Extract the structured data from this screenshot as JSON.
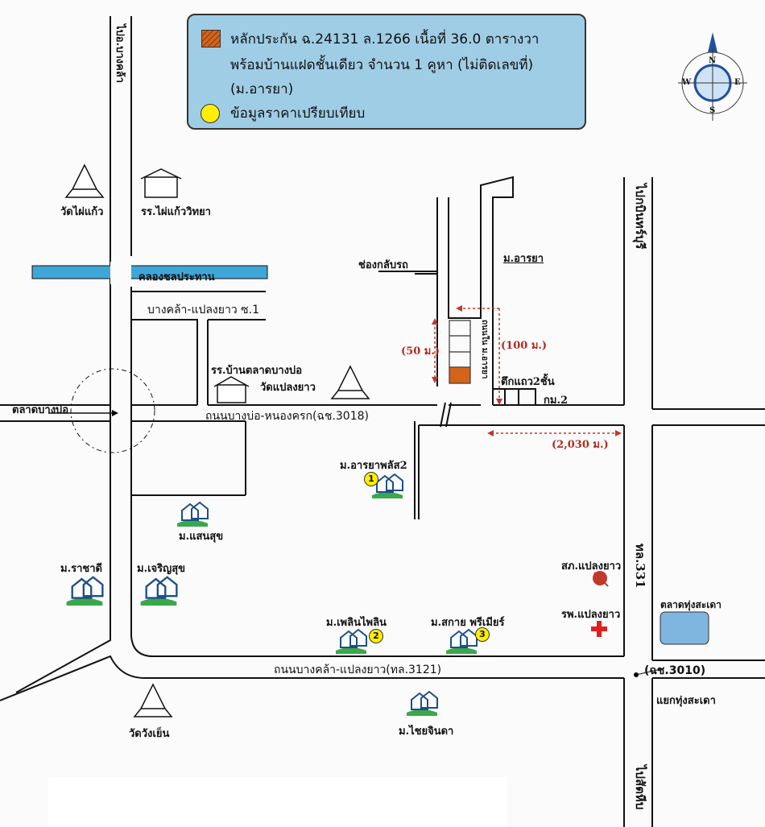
{
  "legend": {
    "collateral_line1": "หลักประกัน ฉ.24131 ล.1266 เนื้อที่ 36.0 ตารางวา",
    "collateral_line2": "พร้อมบ้านแฝดชั้นเดียว จำนวน 1 คูหา (ไม่ติดเลขที่)",
    "collateral_line3": "(ม.อารยา)",
    "comparison": "ข้อมูลราคาเปรียบเทียบ",
    "collateral_color": "#d2641c",
    "comparison_color": "#ffee00"
  },
  "compass": {
    "n": "N",
    "e": "E",
    "s": "S",
    "w": "W"
  },
  "labels": {
    "to_bangkla": "ไปอ.บางคล้า",
    "wat_phaikaeo": "วัดไผ่แก้ว",
    "school_phaikaeo": "รร.ไผ่แก้ววิทยา",
    "canal": "คลองชลประทาน",
    "soi1": "บางคล้า-แปลงยาว ซ.1",
    "school_talat": "รร.บ้านตลาดบางบ่อ",
    "wat_plaengyao": "วัดแปลงยาว",
    "talat_bangbo": "ตลาดบางบ่อ",
    "road_3018": "ถนนบางบ่อ-หนองครก(ฉช.3018)",
    "u_turn": "ช่องกลับรถ",
    "arya": "ม.อารยา",
    "inner_road": "ถนนใน ม.อารยา",
    "dist_50": "(50 ม.)",
    "dist_100": "(100 ม.)",
    "shophouse": "ตึกแถว2ชั้น",
    "km2": "กม.2",
    "dist_2030": "(2,030 ม.)",
    "to_kabin": "ไปกบินทร์บุรี",
    "arya_plus2": "ม.อารยาพลัส2",
    "saensuk": "ม.แสนสุข",
    "rachadee": "ม.ราชาดี",
    "charoensuk": "ม.เจริญสุข",
    "police": "สภ.แปลงยาว",
    "hospital": "รพ.แปลงยาว",
    "hwy331": "ทล.331",
    "talat_thungsadao": "ตลาดทุ่งสะเดา",
    "ploenpailin": "ม.เพลินไพลิน",
    "sky_premier": "ม.สกาย พรีเมียร์",
    "road_3121": "ถนนบางคล้า-แปลงยาว(ทล.3121)",
    "road_3010": "(ฉช.3010)",
    "yaek_thungsadao": "แยกทุ่งสะเดา",
    "chaijinda": "ม.ไชยจินดา",
    "wat_wangyen": "วัดวังเย็น",
    "to_sattahip": "ไปสัตหีบ"
  },
  "markers": [
    "1",
    "2",
    "3"
  ]
}
